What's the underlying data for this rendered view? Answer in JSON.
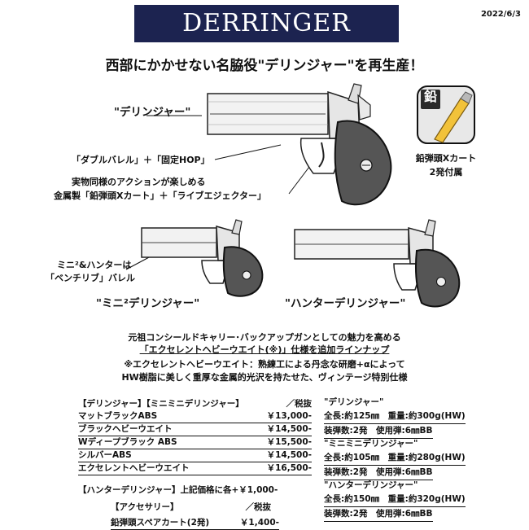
{
  "banner": {
    "title": "DERRINGER",
    "bg": "#1c2350"
  },
  "date": "2022/6/3",
  "headline": "西部にかかせない名脇役\"デリンジャー\"を再生産！",
  "main_gun": {
    "name": "\"デリンジャー\"",
    "feature1": "「ダブルバレル」＋「固定HOP」",
    "feature2_line1": "実物同様のアクションが楽しめる",
    "feature2_line2": "金属製「鉛弾頭Xカート」＋「ライブエジェクター」"
  },
  "cartridge": {
    "icon_char": "鉛",
    "caption_line1": "鉛弾頭Xカート",
    "caption_line2": "2発付属"
  },
  "mini_gun": {
    "note_line1": "ミニ²&ハンターは",
    "note_line2": "「ベンチリブ」バレル",
    "name": "\"ミニ²デリンジャー\""
  },
  "hunter_gun": {
    "name": "\"ハンターデリンジャー\""
  },
  "description": {
    "line1": "元祖コンシールドキャリー･バックアップガンとしての魅力を高める",
    "line2": "「エクセレントヘビーウエイト(※)」仕様を追加ラインナップ",
    "line3": "※エクセレントヘビーウエイト：熟練工による丹念な研磨+αによって",
    "line4": "HW樹脂に美しく重厚な金属的光沢を持たせた、ヴィンテージ特別仕様"
  },
  "prices": {
    "header_left": "【デリンジャー】【ミニミニデリンジャー】",
    "header_right": "／税抜",
    "rows": [
      {
        "name": "マットブラックABS",
        "price": "￥13,000-"
      },
      {
        "name": "ブラックヘビーウエイト",
        "price": "￥14,500-"
      },
      {
        "name": "Wディープブラック ABS",
        "price": "￥15,500-"
      },
      {
        "name": "シルバーABS",
        "price": "￥14,500-"
      },
      {
        "name": "エクセレントヘビーウエイト",
        "price": "￥16,500-"
      }
    ],
    "hunter_note": "【ハンターデリンジャー】上記価格に各+￥1,000-",
    "accessory_header_left": "【アクセサリー】",
    "accessory_header_right": "／税抜",
    "accessory_name": "鉛弾頭スペアカート(2発)",
    "accessory_price": "￥1,400-"
  },
  "specs": [
    {
      "title": "\"デリンジャー\"",
      "line1": "全長:約125㎜　重量:約300g(HW)",
      "line2": "装弾数:2発　使用弾:6㎜BB"
    },
    {
      "title": "\"ミニミニデリンジャー\"",
      "line1": "全長:約105㎜　重量:約280g(HW)",
      "line2": "装弾数:2発　使用弾:6㎜BB"
    },
    {
      "title": "\"ハンターデリンジャー\"",
      "line1": "全長:約150㎜　重量:約320g(HW)",
      "line2": "装弾数:2発　使用弾:6㎜BB"
    }
  ]
}
